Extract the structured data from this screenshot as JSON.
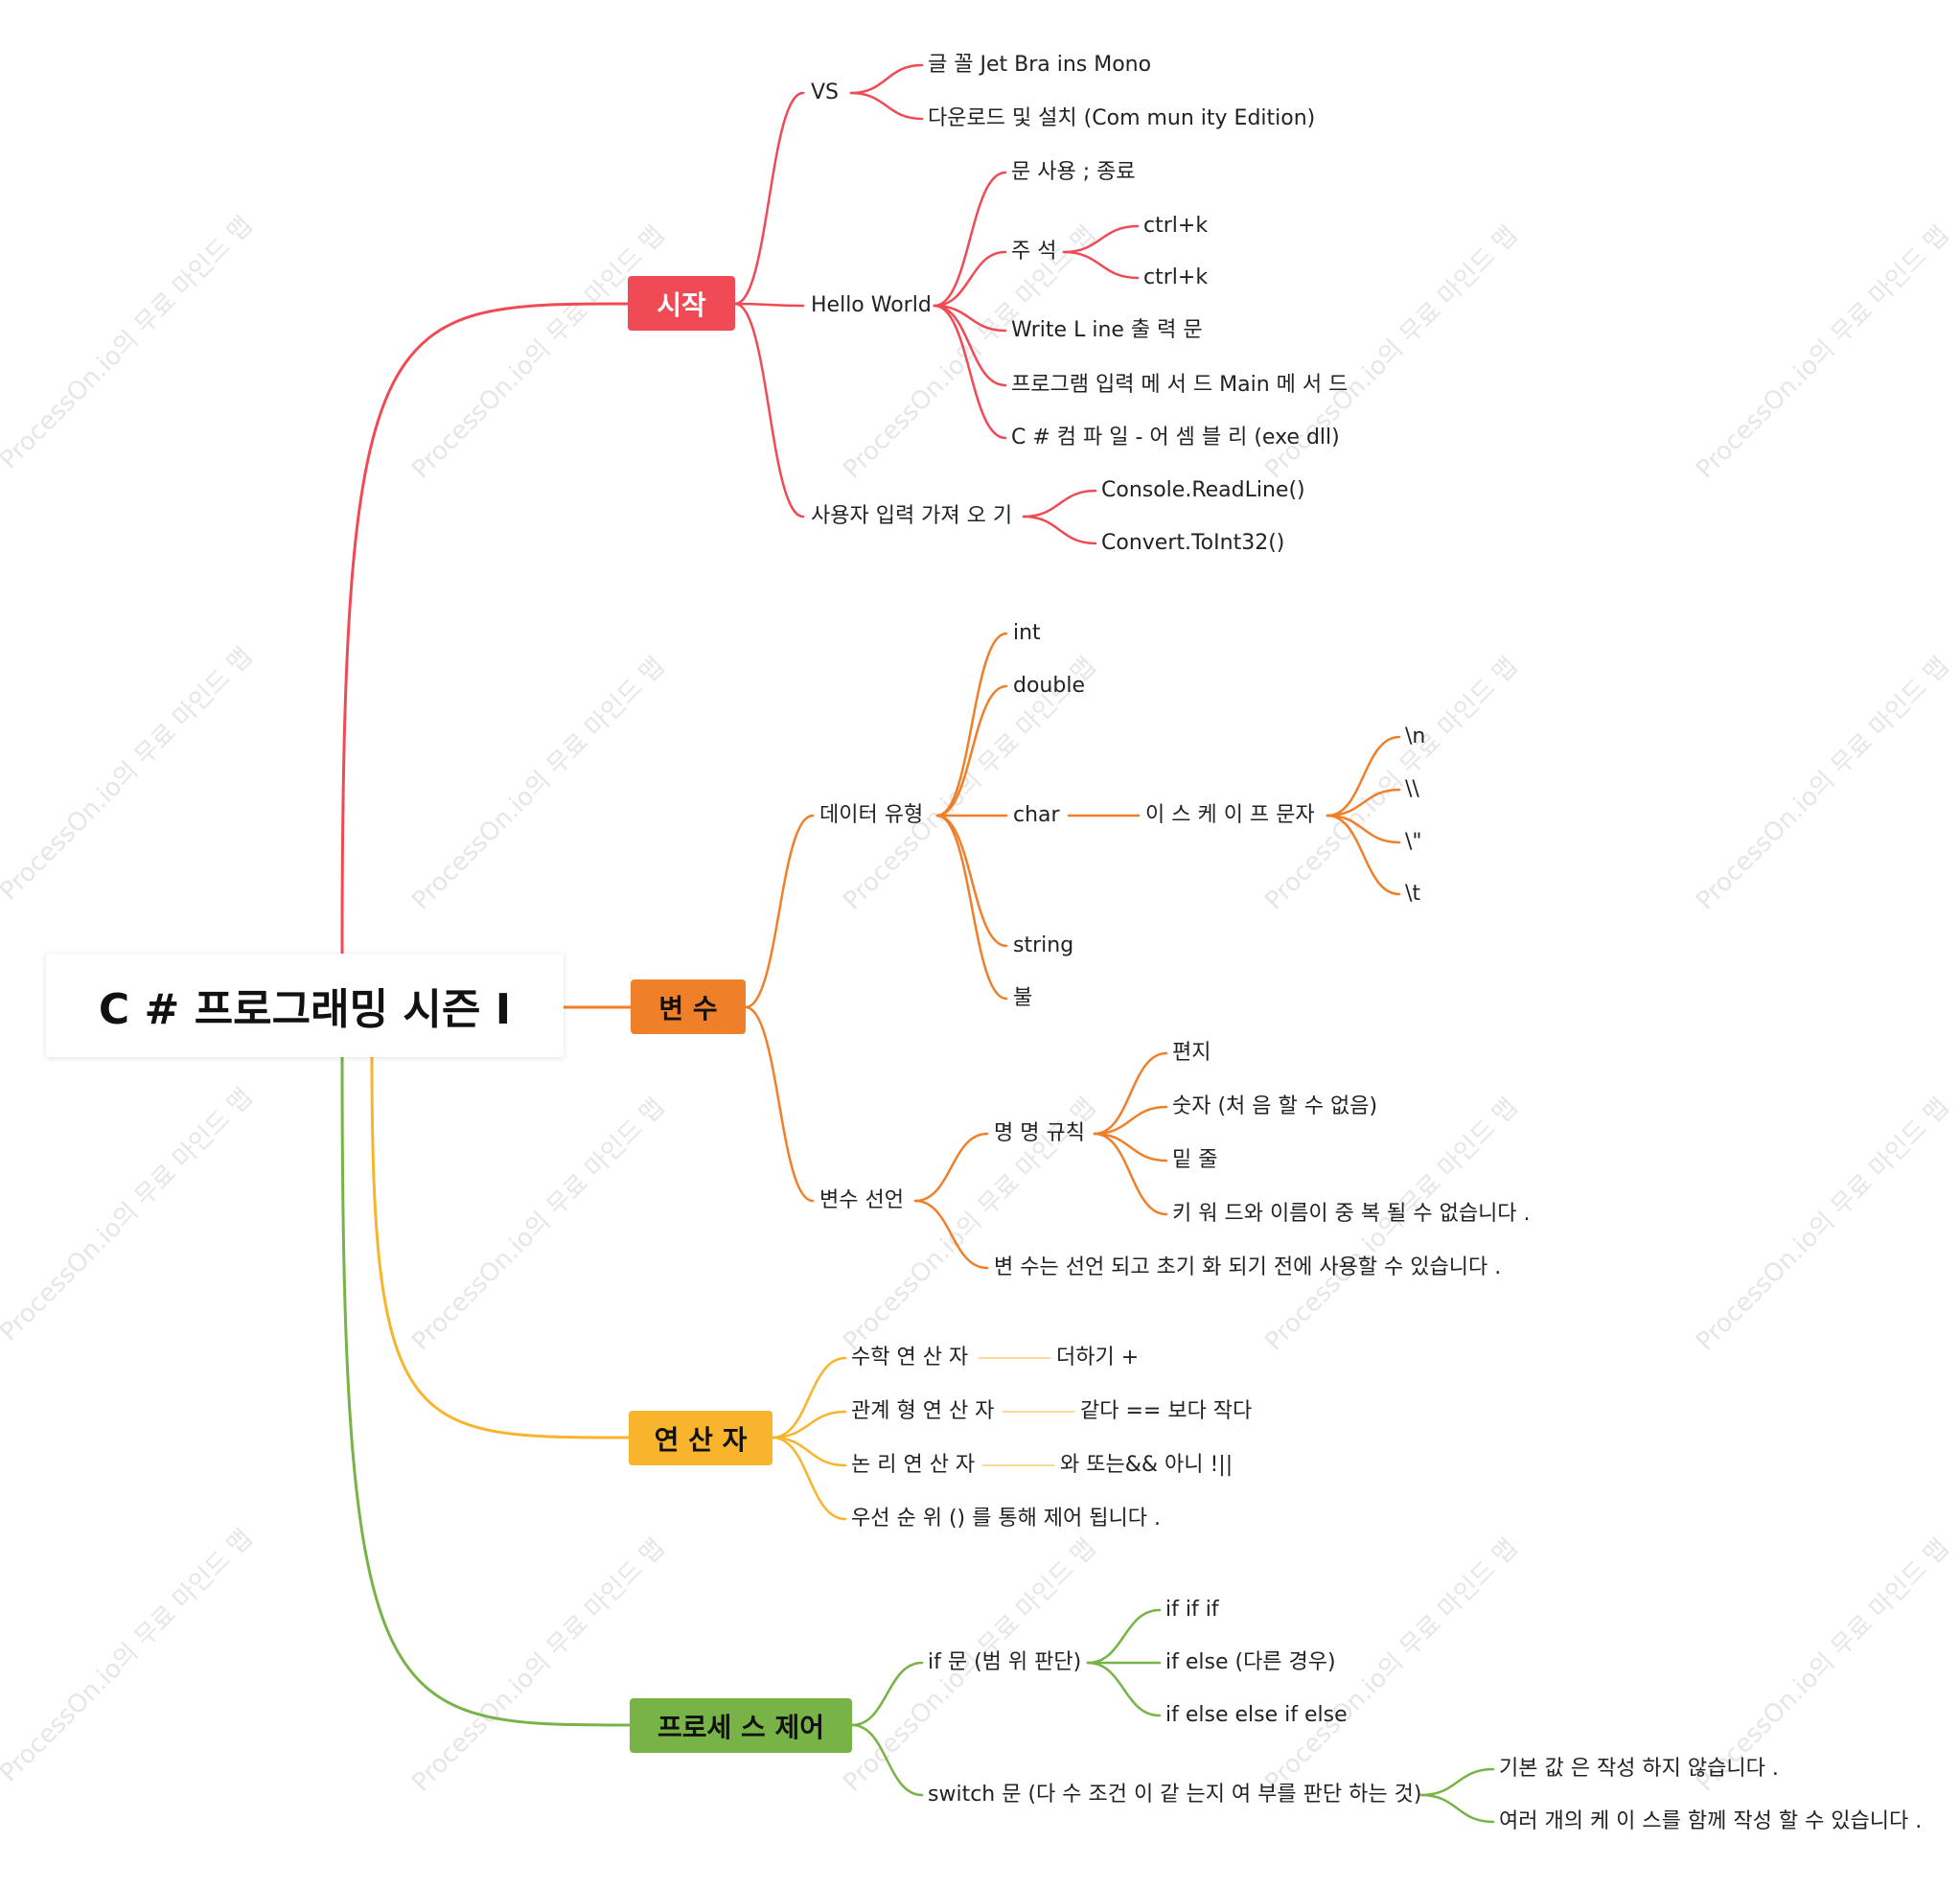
{
  "root": {
    "title": "C # 프로그래밍 시즌 Ⅰ"
  },
  "watermark": {
    "text": "ProcessOn.io의 무료 마인드 맵"
  },
  "colors": {
    "start": "#f04a55",
    "variables": "#f07f2a",
    "operators": "#f7b42c",
    "control": "#77b347"
  },
  "branches": {
    "start": {
      "label": "시작",
      "vs": {
        "label": "VS",
        "font": "글 꼴 Jet Bra ins Mono",
        "download": "다운로드 및 설치 (Com mun ity Edition)"
      },
      "hello": {
        "label": "Hello World",
        "stmt": "문 사용 ; 종료",
        "comment": {
          "label": "주 석",
          "k1": "ctrl+k",
          "k2": "ctrl+k"
        },
        "writeline": "Write L ine 출 력 문",
        "main": "프로그램 입력 메 서 드 Main 메 서 드",
        "compile": "C # 컴 파 일 - 어 셈 블 리 (exe dll)"
      },
      "input": {
        "label": "사용자 입력 가져 오 기",
        "readline": "Console.ReadLine()",
        "toint": "Convert.ToInt32()"
      }
    },
    "variables": {
      "label": "변 수",
      "types": {
        "label": "데이터 유형",
        "int": "int",
        "double": "double",
        "char": "char",
        "escape": {
          "label": "이 스 케 이 프 문자",
          "e1": "\\n",
          "e2": "\\\\",
          "e3": "\\\"",
          "e4": "\\t"
        },
        "string": "string",
        "bool": "불"
      },
      "declare": {
        "label": "변수 선언",
        "naming": {
          "label": "명 명 규칙",
          "r1": "편지",
          "r2": "숫자 (처 음 할 수 없음)",
          "r3": "밑 줄",
          "r4": "키 워 드와 이름이 중 복 될 수 없습니다 ."
        },
        "init": "변 수는 선언 되고 초기 화 되기 전에 사용할 수 있습니다 ."
      }
    },
    "operators": {
      "label": "연 산 자",
      "math": {
        "label": "수학 연 산 자",
        "detail": "더하기 +"
      },
      "relational": {
        "label": "관계 형 연 산 자",
        "detail": "같다 == 보다 작다"
      },
      "logical": {
        "label": "논 리 연 산 자",
        "detail": "와 또는&&  아니 !||"
      },
      "priority": "우선 순 위 () 를 통해 제어 됩니다 ."
    },
    "control": {
      "label": "프로세 스 제어",
      "if": {
        "label": "if 문 (범 위 판단)",
        "a": "if if if",
        "b": "if else (다른 경우)",
        "c": "if else else if else"
      },
      "switch": {
        "label": "switch 문 (다 수 조건 이 같 는지 여 부를 판단 하는 것)",
        "a": "기본 값 은 작성 하지 않습니다 .",
        "b": "여러 개의 케 이 스를 함께 작성 할 수 있습니다 ."
      }
    }
  }
}
